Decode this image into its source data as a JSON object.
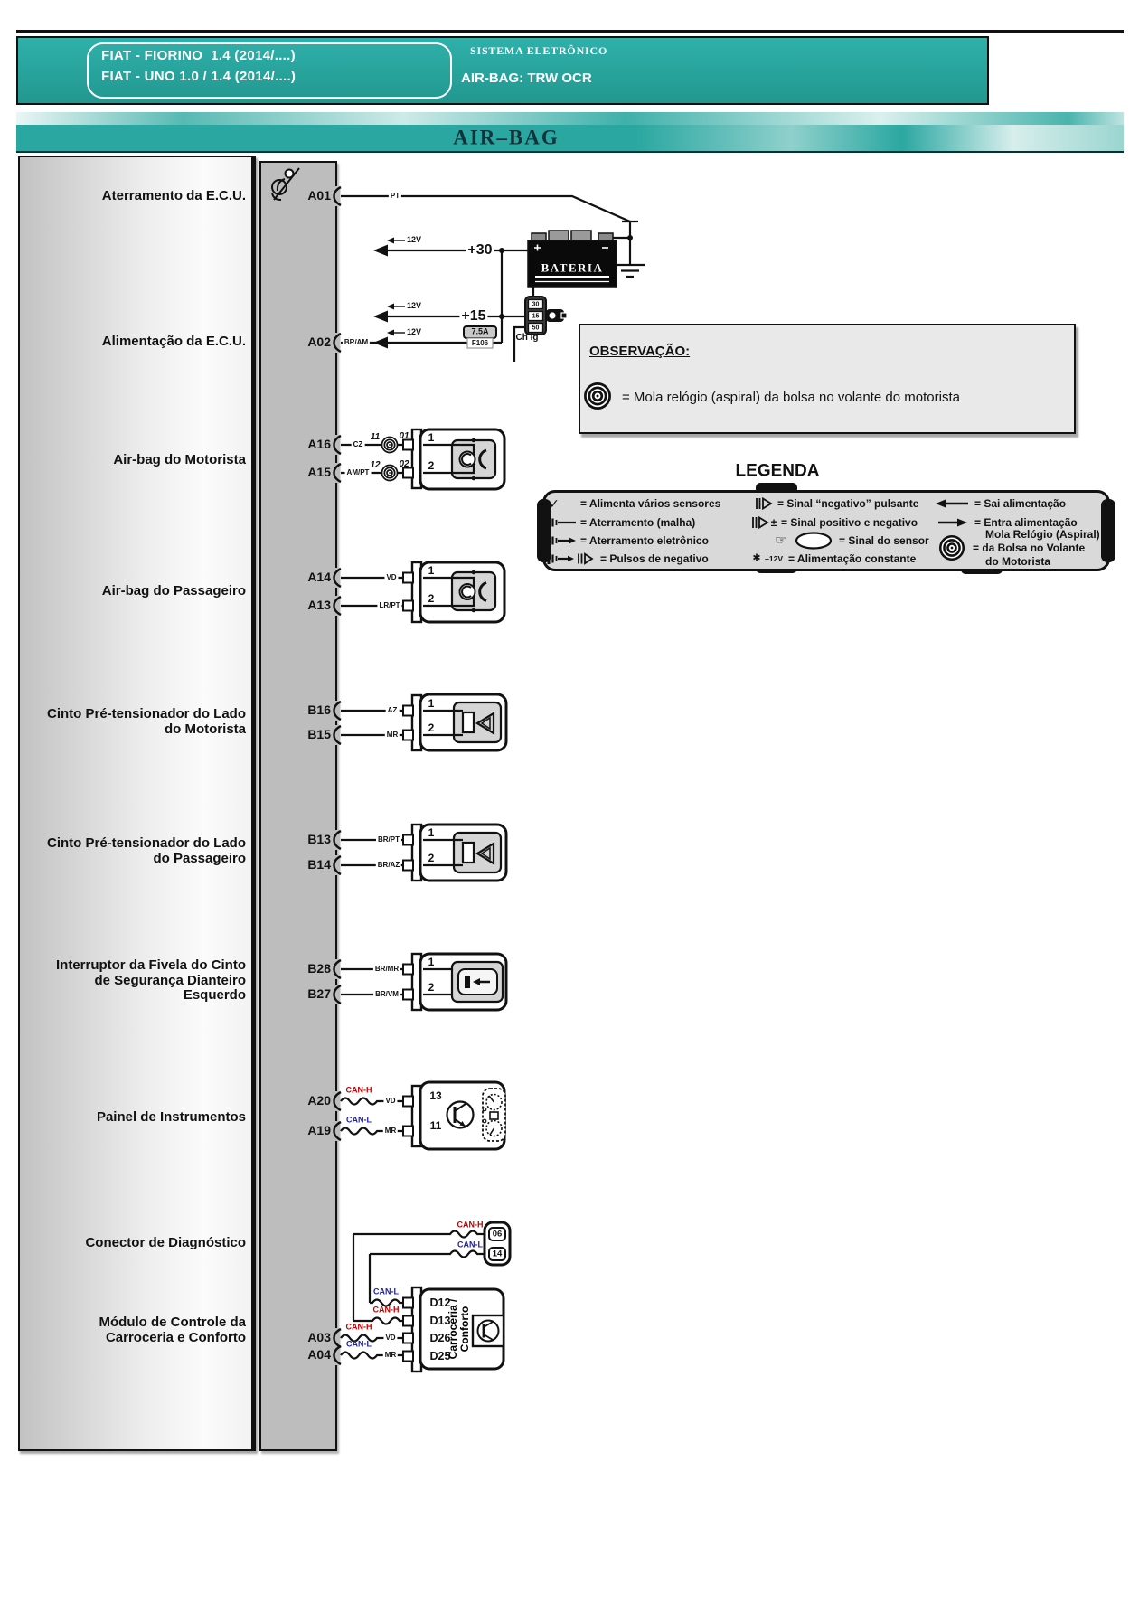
{
  "header": {
    "models": [
      "FIAT - FIORINO  1.4 (2014/....)",
      "FIAT - UNO 1.0 / 1.4 (2014/....)"
    ],
    "system": "SISTEMA ELETRÔNICO",
    "subsystem": "AIR-BAG: TRW OCR",
    "title": "AIR–BAG"
  },
  "colors": {
    "teal": "#2BA7A1",
    "can_h": "#C00000",
    "can_l": "#2121A6"
  },
  "power": {
    "plus30": "+30",
    "plus15": "+15",
    "v12": "12V",
    "battery": "BATERIA",
    "fuse_rating": "7.5A",
    "fuse_id": "F106",
    "ign": {
      "t30": "30",
      "t15": "15",
      "t50": "50",
      "label": "Ch ig"
    }
  },
  "obs": {
    "title": "OBSERVAÇÃO:",
    "text": "= Mola relógio (aspiral) da bolsa no volante do motorista"
  },
  "legenda": {
    "title": "LEGENDA",
    "items": {
      "alimenta_sensores": "= Alimenta vários sensores",
      "aterramento_malha": "= Aterramento (malha)",
      "aterramento_eletronico": "= Aterramento eletrônico",
      "pulsos_negativo": "= Pulsos de negativo",
      "sinal_negativo_pulsante": "= Sinal “negativo” pulsante",
      "sinal_pos_neg_suffix": "±",
      "sinal_pos_neg": "= Sinal positivo e negativo",
      "sinal_sensor": "= Sinal do sensor",
      "constante_12v": "+12V",
      "alimentacao_constante": "= Alimentação constante",
      "sai_alimentacao": "= Sai alimentação",
      "entra_alimentacao": "= Entra alimentação",
      "mola_line1": "Mola Relógio (Aspiral)",
      "mola_line2": "= da Bolsa no Volante",
      "mola_line3": "do Motorista",
      "check_glyph": "✓",
      "star_glyph": "✱",
      "hand_glyph": "☞"
    }
  },
  "rows": [
    {
      "label": "Aterramento da E.C.U.",
      "pins": [
        {
          "id": "A01",
          "wire": "PT"
        }
      ]
    },
    {
      "label": "Alimentação da E.C.U.",
      "pins": [
        {
          "id": "A02",
          "wire": "BR/AM"
        }
      ]
    },
    {
      "label": "Air-bag do Motorista",
      "pins": [
        {
          "id": "A16",
          "wire": "CZ",
          "n_left": "11",
          "n_right": "01",
          "pin": "1"
        },
        {
          "id": "A15",
          "wire": "AM/PT",
          "n_left": "12",
          "n_right": "02",
          "pin": "2"
        }
      ]
    },
    {
      "label": "Air-bag do Passageiro",
      "pins": [
        {
          "id": "A14",
          "wire": "VD",
          "pin": "1"
        },
        {
          "id": "A13",
          "wire": "LR/PT",
          "pin": "2"
        }
      ]
    },
    {
      "label": "Cinto Pré-tensionador do Lado\ndo Motorista",
      "pins": [
        {
          "id": "B16",
          "wire": "AZ",
          "pin": "1"
        },
        {
          "id": "B15",
          "wire": "MR",
          "pin": "2"
        }
      ]
    },
    {
      "label": "Cinto Pré-tensionador do Lado\ndo Passageiro",
      "pins": [
        {
          "id": "B13",
          "wire": "BR/PT",
          "pin": "1"
        },
        {
          "id": "B14",
          "wire": "BR/AZ",
          "pin": "2"
        }
      ]
    },
    {
      "label": "Interruptor da Fivela do Cinto\nde Segurança Dianteiro\nEsquerdo",
      "pins": [
        {
          "id": "B28",
          "wire": "BR/MR",
          "pin": "1"
        },
        {
          "id": "B27",
          "wire": "BR/VM",
          "pin": "2"
        }
      ]
    },
    {
      "label": "Painel de Instrumentos",
      "pins": [
        {
          "id": "A20",
          "bus": "CAN-H",
          "wire": "VD",
          "pin": "13"
        },
        {
          "id": "A19",
          "bus": "CAN-L",
          "wire": "MR",
          "pin": "11"
        }
      ]
    },
    {
      "label": "Conector de Diagnóstico",
      "pins": [
        {
          "bus": "CAN-H",
          "pin": "06"
        },
        {
          "bus": "CAN-L",
          "pin": "14"
        }
      ]
    },
    {
      "label": "Módulo de Controle da\nCarroceria e Conforto",
      "module": "Carroceria /\nConforto",
      "pins": [
        {
          "bus": "CAN-L",
          "pin": "D12"
        },
        {
          "bus": "CAN-H",
          "pin": "D13"
        },
        {
          "id": "A03",
          "bus": "CAN-H",
          "wire": "VD",
          "pin": "D26"
        },
        {
          "id": "A04",
          "bus": "CAN-L",
          "wire": "MR",
          "pin": "D25"
        }
      ]
    }
  ]
}
